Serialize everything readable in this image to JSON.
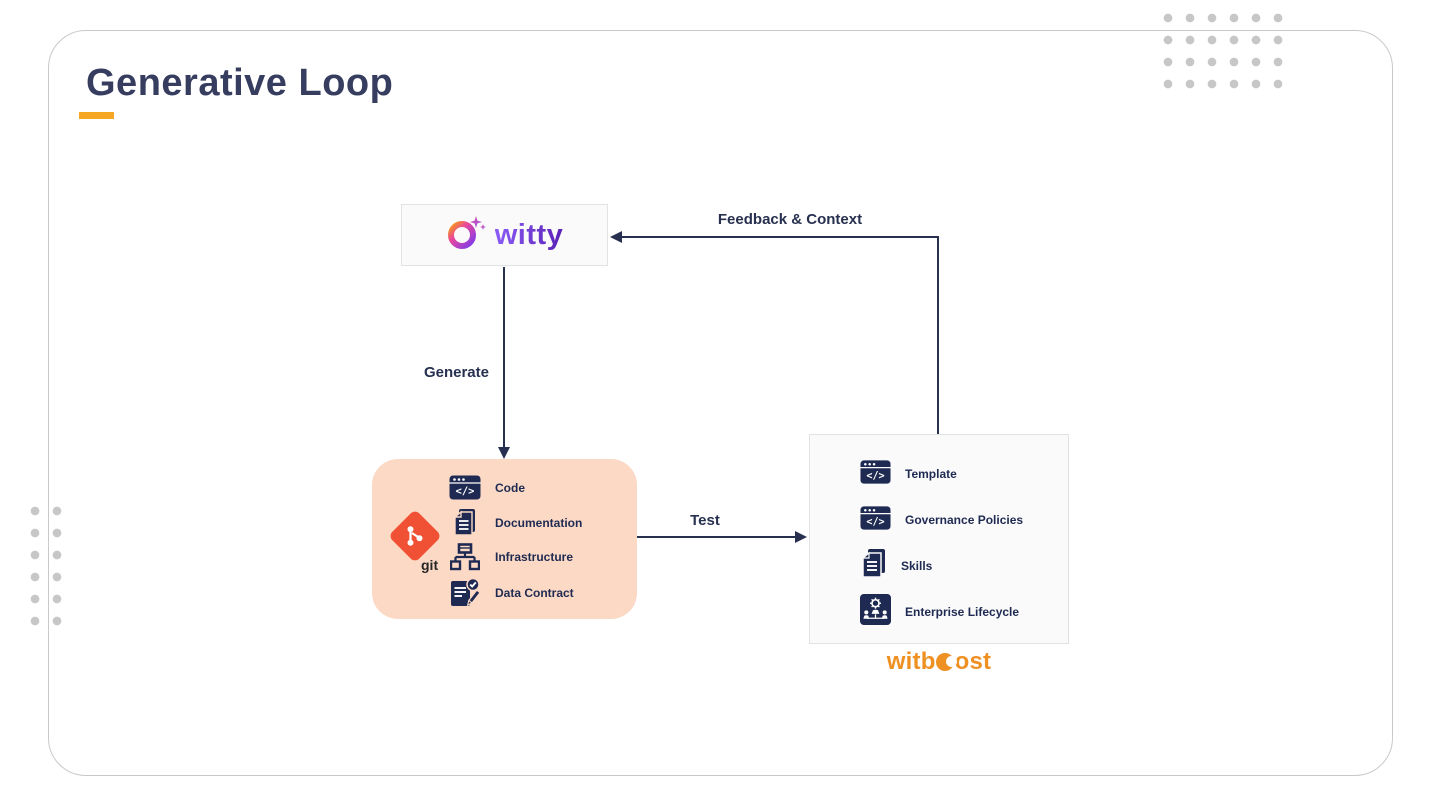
{
  "title": "Generative Loop",
  "nodes": {
    "witty": {
      "brand": "witty"
    },
    "git": {
      "logo_label": "git",
      "items": [
        {
          "icon": "code-window-icon",
          "label": "Code"
        },
        {
          "icon": "document-icon",
          "label": "Documentation"
        },
        {
          "icon": "org-chart-icon",
          "label": "Infrastructure"
        },
        {
          "icon": "contract-pen-icon",
          "label": "Data Contract"
        }
      ]
    },
    "witboost": {
      "items": [
        {
          "icon": "code-window-icon",
          "label": "Template"
        },
        {
          "icon": "code-window-icon",
          "label": "Governance Policies"
        },
        {
          "icon": "documents-stack-icon",
          "label": "Skills"
        },
        {
          "icon": "team-hierarchy-icon",
          "label": "Enterprise Lifecycle"
        }
      ],
      "logo": {
        "part1": "witb",
        "part2": "ost"
      }
    }
  },
  "arrows": {
    "generate": "Generate",
    "test": "Test",
    "feedback": "Feedback & Context"
  },
  "colors": {
    "accent_orange": "#F5A623",
    "witboost_orange": "#EE9022",
    "git_orange": "#F05033",
    "navy": "#1F2A52",
    "arrow_navy": "#27304F",
    "peach": "#FBD9C5",
    "box_gray": "#FAFAFA"
  }
}
